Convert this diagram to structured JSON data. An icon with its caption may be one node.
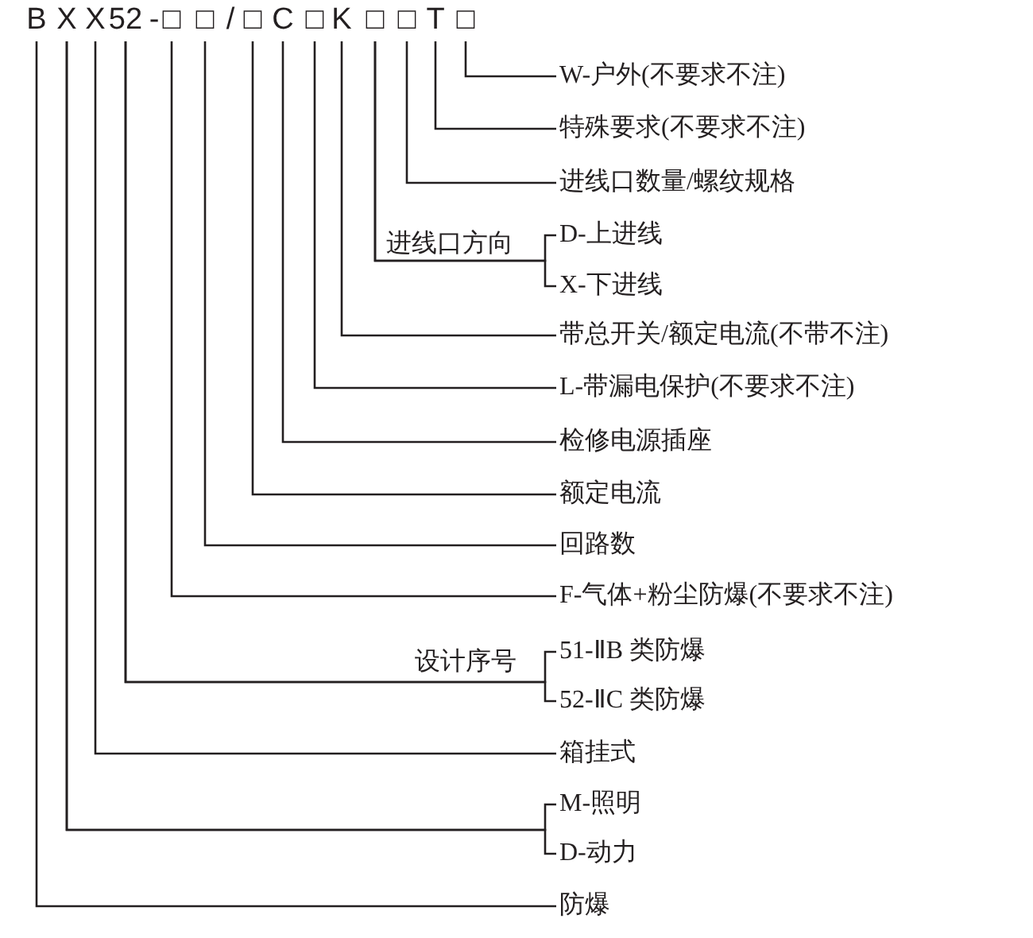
{
  "diagram": {
    "nodes": [
      {
        "text": [
          "B"
        ]
      },
      {
        "text": [
          "X"
        ]
      },
      {
        "text": [
          "X"
        ]
      },
      {
        "text": [
          "52"
        ]
      },
      {
        "text": [
          "-"
        ]
      },
      {
        "text": [
          "□"
        ]
      },
      {
        "text": [
          "□"
        ]
      },
      {
        "text": [
          "/"
        ]
      },
      {
        "text": [
          "□"
        ]
      },
      {
        "text": [
          "C"
        ]
      },
      {
        "text": [
          "□"
        ]
      },
      {
        "text": [
          "K"
        ]
      },
      {
        "text": [
          "□"
        ]
      },
      {
        "text": [
          "□"
        ]
      },
      {
        "text": [
          "T"
        ]
      },
      {
        "text": [
          "□"
        ]
      },
      {
        "text": [
          "W-户外(不要求不注)"
        ]
      },
      {
        "text": [
          "特殊要求(不要求不注)"
        ]
      },
      {
        "text": [
          "进线口数量/螺纹规格"
        ]
      },
      {
        "text": [
          "D-上进线"
        ]
      },
      {
        "text": [
          "X-下进线"
        ]
      },
      {
        "text": [
          "带总开关/额定电流(不带不注)"
        ]
      },
      {
        "text": [
          "L-带漏电保护(不要求不注)"
        ]
      },
      {
        "text": [
          "检修电源插座"
        ]
      },
      {
        "text": [
          "额定电流"
        ]
      },
      {
        "text": [
          "回路数"
        ]
      },
      {
        "text": [
          "F-气体+粉尘防爆(不要求不注)"
        ]
      },
      {
        "text": [
          "51-ⅡB 类防爆"
        ]
      },
      {
        "text": [
          "52-ⅡC 类防爆"
        ]
      },
      {
        "text": [
          "箱挂式"
        ]
      },
      {
        "text": [
          "M-照明"
        ]
      },
      {
        "text": [
          "D-动力"
        ]
      },
      {
        "text": [
          "防爆"
        ]
      }
    ],
    "edges": [
      {
        "from": 15,
        "to": 16,
        "arrow": "none"
      },
      {
        "from": 14,
        "to": 17,
        "arrow": "none"
      },
      {
        "from": 13,
        "to": 18,
        "arrow": "none"
      },
      {
        "from": 12,
        "to": 19,
        "arrow": "none"
      },
      {
        "from": 12,
        "to": 20,
        "arrow": "none"
      },
      {
        "from": 11,
        "to": 21,
        "arrow": "none"
      },
      {
        "from": 10,
        "to": 22,
        "arrow": "none"
      },
      {
        "from": 9,
        "to": 23,
        "arrow": "none"
      },
      {
        "from": 8,
        "to": 24,
        "arrow": "none"
      },
      {
        "from": 6,
        "to": 25,
        "arrow": "none"
      },
      {
        "from": 5,
        "to": 26,
        "arrow": "none"
      },
      {
        "from": 3,
        "to": 27,
        "arrow": "none"
      },
      {
        "from": 3,
        "to": 28,
        "arrow": "none"
      },
      {
        "from": 2,
        "to": 29,
        "arrow": "none"
      },
      {
        "from": 1,
        "to": 30,
        "arrow": "none"
      },
      {
        "from": 1,
        "to": 31,
        "arrow": "none"
      },
      {
        "from": 0,
        "to": 32,
        "arrow": "none"
      }
    ],
    "labels": [
      "进线口方向",
      "设计序号"
    ]
  }
}
